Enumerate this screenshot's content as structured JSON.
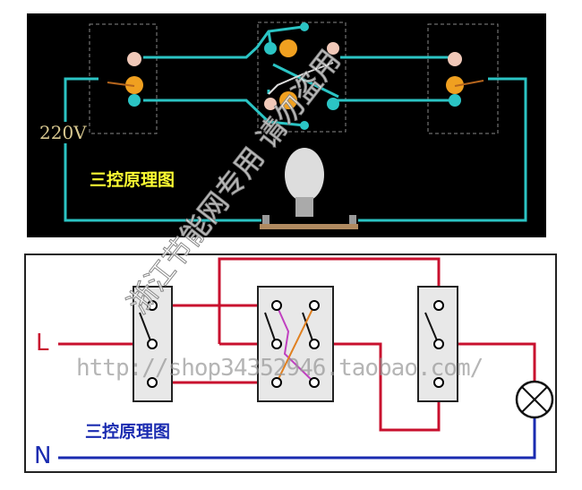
{
  "top_diagram": {
    "voltage_label": "220V",
    "title": "三控原理图"
  },
  "bottom_diagram": {
    "live_label": "L",
    "neutral_label": "N",
    "title": "三控原理图"
  },
  "watermark": {
    "text_cn": "浙江节能网专用 请勿盗用",
    "url": "http://shop34352946.taobao.com/"
  },
  "colors": {
    "wire_cyan": "#2bc4c4",
    "live": "#c8102e",
    "neutral": "#1a2bb0",
    "title_top": "#ffff33",
    "title_bottom": "#1a2bb0"
  }
}
